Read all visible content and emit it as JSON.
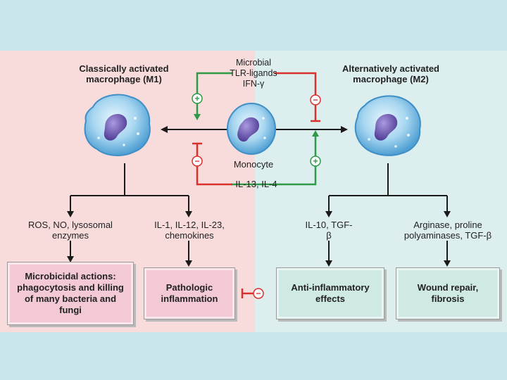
{
  "labels": {
    "m1_title": "Classically activated macrophage (M1)",
    "m2_title": "Alternatively activated macrophage (M2)",
    "stimuli_m1": "Microbial TLR-ligands IFN-γ",
    "monocyte": "Monocyte",
    "stimuli_m2": "IL-13, IL-4",
    "ros": "ROS, NO, lysosomal enzymes",
    "il1": "IL-1, IL-12, IL-23, chemokines",
    "il10": "IL-10, TGF-β",
    "arginase": "Arginase, proline polyaminases, TGF-β"
  },
  "boxes": {
    "microbicidal": "Microbicidal actions: phagocytosis and killing of many bacteria and fungi",
    "pathologic": "Pathologic inflammation",
    "anti_inflammatory": "Anti-inflammatory effects",
    "wound": "Wound repair, fibrosis"
  },
  "signs": {
    "plus": "+",
    "minus": "−"
  },
  "colors": {
    "activation": "#2e9a47",
    "inhibition": "#d9302c",
    "arrow": "#1a1a1a",
    "cell_outer": "#5aa8d8",
    "cell_nucleus": "#6a4fa8"
  }
}
